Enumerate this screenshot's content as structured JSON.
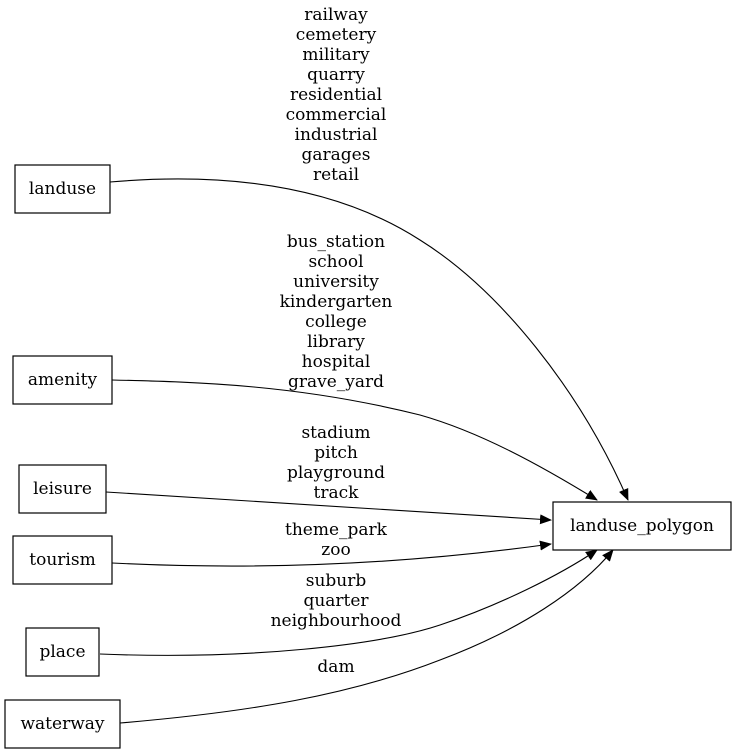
{
  "graph": {
    "nodes": {
      "landuse": "landuse",
      "amenity": "amenity",
      "leisure": "leisure",
      "tourism": "tourism",
      "place": "place",
      "waterway": "waterway",
      "landuse_polygon": "landuse_polygon"
    },
    "edges": [
      {
        "from": "landuse",
        "to": "landuse_polygon",
        "labels": [
          "railway",
          "cemetery",
          "military",
          "quarry",
          "residential",
          "commercial",
          "industrial",
          "garages",
          "retail"
        ]
      },
      {
        "from": "amenity",
        "to": "landuse_polygon",
        "labels": [
          "bus_station",
          "school",
          "university",
          "kindergarten",
          "college",
          "library",
          "hospital",
          "grave_yard"
        ]
      },
      {
        "from": "leisure",
        "to": "landuse_polygon",
        "labels": [
          "stadium",
          "pitch",
          "playground",
          "track"
        ]
      },
      {
        "from": "tourism",
        "to": "landuse_polygon",
        "labels": [
          "theme_park",
          "zoo"
        ]
      },
      {
        "from": "place",
        "to": "landuse_polygon",
        "labels": [
          "suburb",
          "quarter",
          "neighbourhood"
        ]
      },
      {
        "from": "waterway",
        "to": "landuse_polygon",
        "labels": [
          "dam"
        ]
      }
    ]
  }
}
